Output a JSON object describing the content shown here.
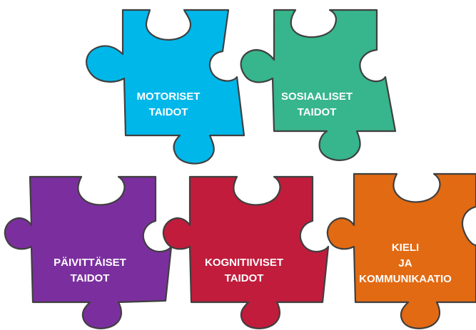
{
  "pieces": [
    {
      "id": "motoriset",
      "color": "#00b7ea",
      "lines": [
        "MOTORISET",
        "TAIDOT"
      ]
    },
    {
      "id": "sosiaaliset",
      "color": "#37b58c",
      "lines": [
        "SOSIAALISET",
        "TAIDOT"
      ]
    },
    {
      "id": "paivittaiset",
      "color": "#7b2f9e",
      "lines": [
        "PÄIVITTÄISET",
        "TAIDOT"
      ]
    },
    {
      "id": "kognitiiviset",
      "color": "#c11c3c",
      "lines": [
        "KOGNITIIVISET",
        "TAIDOT"
      ]
    },
    {
      "id": "kieli",
      "color": "#e26a13",
      "lines": [
        "KIELI",
        "JA",
        "KOMMUNIKAATIO"
      ]
    }
  ]
}
